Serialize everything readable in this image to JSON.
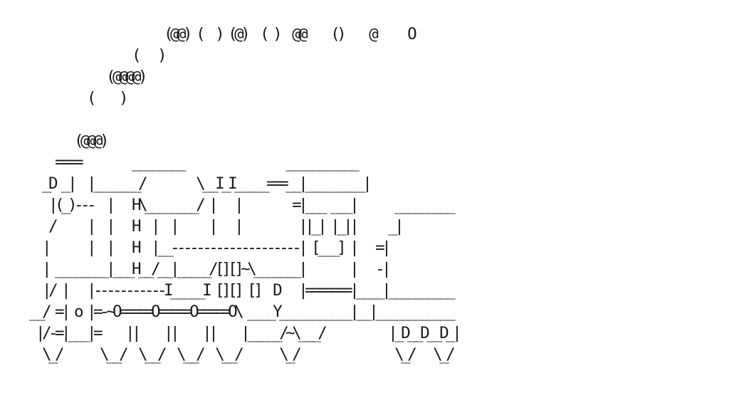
{
  "terminal": {
    "text_color": "#1a1a1a",
    "background_color": "#ffffff",
    "lines": [
      "                     (@@) (  ) (@)  ( )  @@    ()    @     O",
      "                (   )",
      "            (@@@@)",
      "         (    )",
      "",
      "       (@@@)",
      "    ====        ________                ___________",
      "  _D _|  |_______/        \\__I_I_____===__|_________|",
      "   |(_)---  |   H\\________/ |   |        =|___ ___|      _________",
      "   /     |  |   H  |  |     |   |         ||_| |_||     _|",
      "  |      |  |   H  |__--------------------| [___] |   =|",
      "  | ________|___H__/__|_____/[][]~\\_______|       |   -|",
      "  |/ |   |-----------I_____I [][] []  D   |=======|____|__________",
      "__/ =| o |=-~O=====O=====O=====O\\ ____Y___________|__|____________",
      " |/-=|___|=    ||    ||    ||    |_____/~\\___/          |_D__D__D_|",
      "  \\_/      \\__/  \\__/  \\__/  \\__/      \\_/               \\_/   \\_/"
    ]
  }
}
